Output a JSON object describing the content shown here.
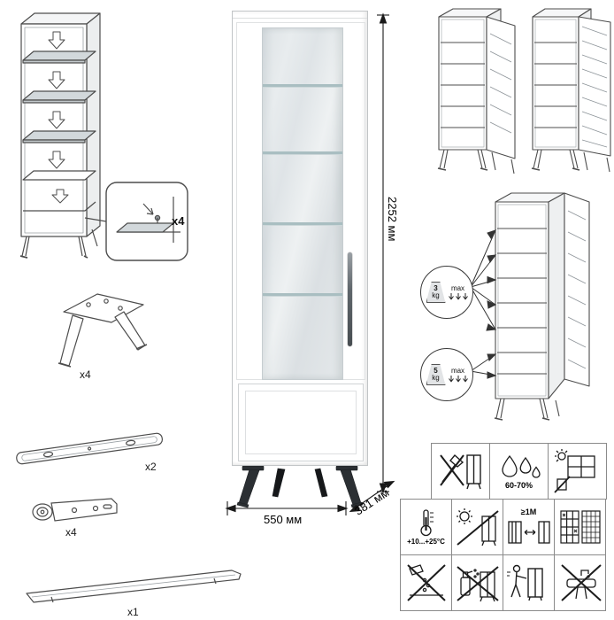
{
  "parts": {
    "shelf_pin_qty": "x4",
    "leg_qty": "x4",
    "rail_qty": "x2",
    "hinge_qty": "x4",
    "handle_qty": "x1"
  },
  "dimensions": {
    "height": "2252 мм",
    "width": "550 мм",
    "depth": "381 мм"
  },
  "load_limits": {
    "glass_shelf": {
      "value": "3",
      "unit": "kg",
      "note": "max"
    },
    "bottom_shelf": {
      "value": "5",
      "unit": "kg",
      "note": "max"
    }
  },
  "care": {
    "humidity": "60-70%",
    "temperature": "+10...+25°C",
    "heater_distance": "≥1M"
  },
  "icons": {
    "no-impact": "crossed-axe-with-cabinet",
    "humidity": "water-drops",
    "ventilation": "window-with-sun",
    "temperature": "thermometer",
    "no-direct-sun": "crossed-sun-on-cabinet",
    "heater-distance": "radiator-arrow-cabinet",
    "wall-type": "grid-panels",
    "no-wet-cleaning": "crossed-pouring-water",
    "no-chemicals": "crossed-spray-bottle-cabinet",
    "carry-dont-drag": "person-moving-cabinet",
    "no-washbasin": "crossed-sink",
    "weight": "kettlebell-trapezoid"
  },
  "colors": {
    "line": "#4a4a4a",
    "glass": "#dfe4e7",
    "shelf_line": "#a9bec1",
    "leg": "#2b2f33",
    "handle": "#5f666b"
  }
}
